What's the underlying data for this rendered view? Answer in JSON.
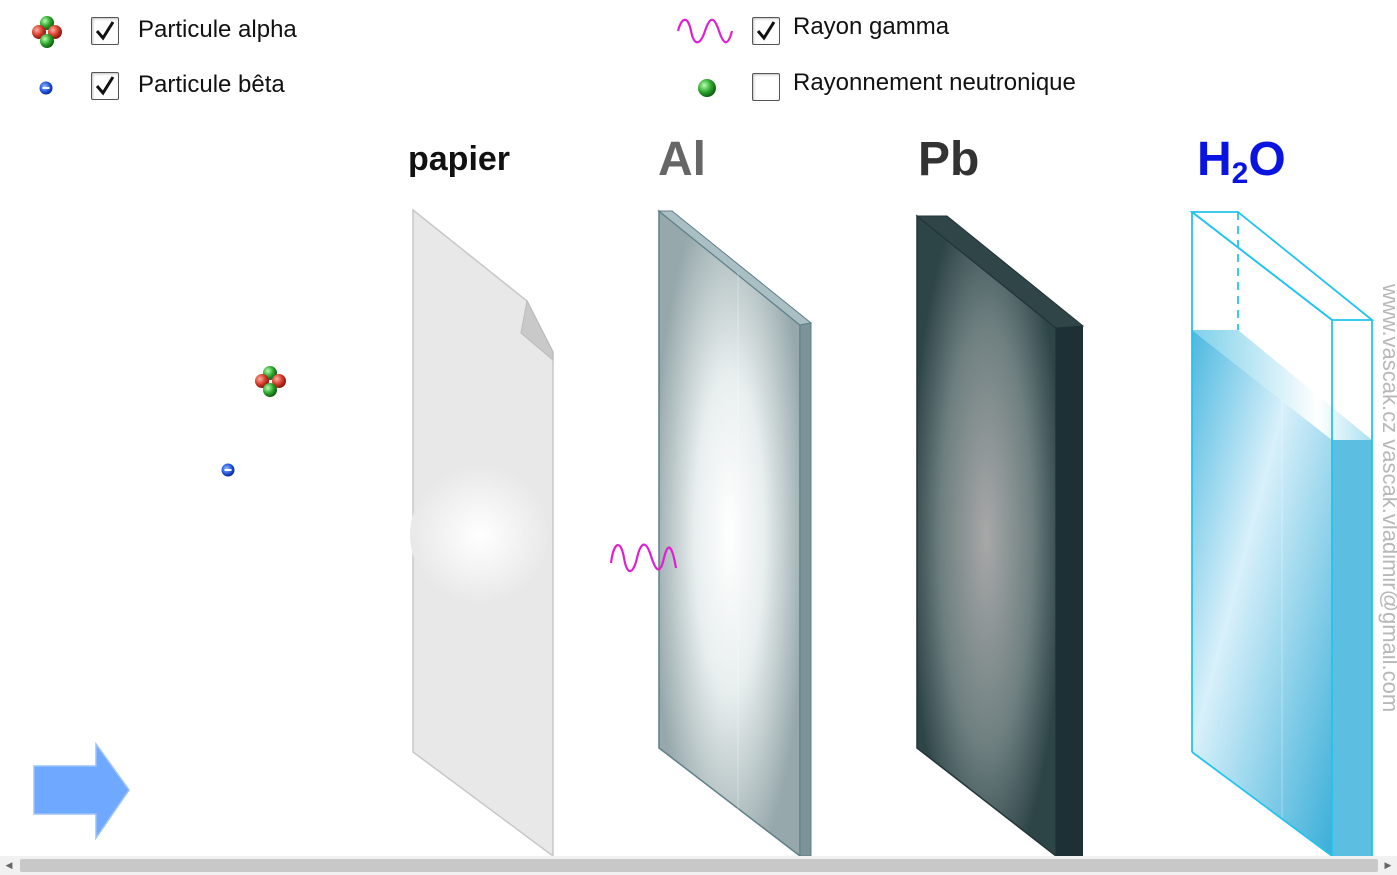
{
  "options": [
    {
      "id": "alpha",
      "label": "Particule alpha",
      "checked": true,
      "icon": "alpha-particle-icon"
    },
    {
      "id": "beta",
      "label": "Particule bêta",
      "checked": true,
      "icon": "beta-particle-icon"
    },
    {
      "id": "gamma",
      "label": "Rayon gamma",
      "checked": true,
      "icon": "gamma-wave-icon"
    },
    {
      "id": "neutron",
      "label": "Rayonnement neutronique",
      "checked": false,
      "icon": "neutron-icon"
    }
  ],
  "materials": {
    "paper": {
      "label": "papier",
      "color": "#111111"
    },
    "aluminium": {
      "label": "Al",
      "color": "#666666"
    },
    "lead": {
      "label": "Pb",
      "color": "#333333"
    },
    "water": {
      "label_main": "H",
      "label_sub": "2",
      "label_end": "O",
      "color": "#0a14e0"
    }
  },
  "watermark": "www.vascak.cz    vascak.vladimir@gmail.com",
  "colors": {
    "gamma": "#e020d0",
    "beta": "#1a4fd8",
    "neutron": "#2aa52a",
    "alpha_red": "#d33a2a",
    "alpha_green": "#2aa52a",
    "start_arrow": "#6fa8ff"
  },
  "controls": {
    "start": "play-arrow-icon"
  }
}
